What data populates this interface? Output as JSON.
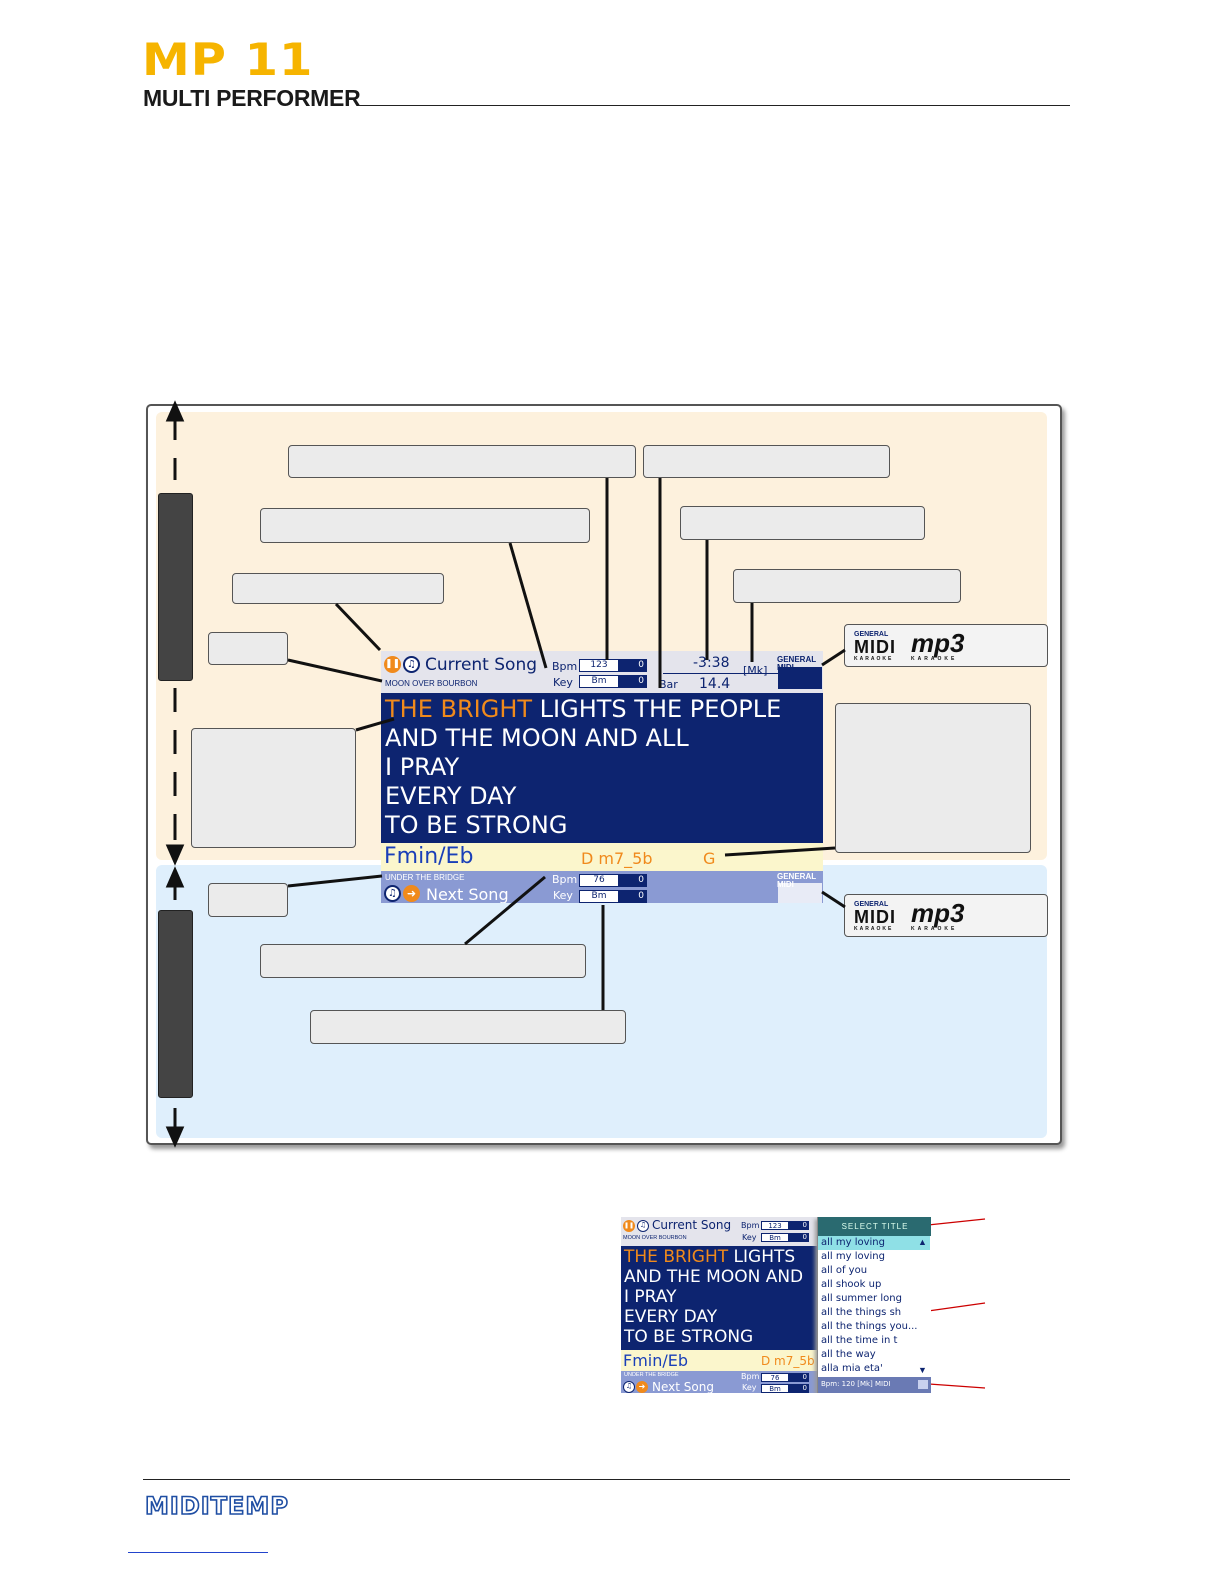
{
  "header": {
    "logo_main": "MP 11",
    "logo_sub": "MULTI PERFORMER"
  },
  "footer": {
    "brand": "MIDITEMP"
  },
  "main_screen": {
    "current_song_label": "Current Song",
    "current_song_name": "MOON OVER BOURBON",
    "bpm_label": "Bpm",
    "bpm_value": "123",
    "bpm_offset": "0",
    "key_label": "Key",
    "key_value": "Bm",
    "key_offset": "0",
    "time": "-3:38",
    "marker": "[Mk]",
    "bar_label": "Bar",
    "bar_value": "14.4",
    "format_badge": "GENERAL MIDI",
    "lyrics": {
      "line1_highlight": "THE BRIGHT",
      "line1_rest": " LIGHTS THE PEOPLE",
      "line2": "AND THE MOON AND ALL",
      "line3": "I PRAY",
      "line4": "EVERY DAY",
      "line5": "TO BE STRONG"
    },
    "chord_current": "Fmin/Eb",
    "chord_next": "D m7_5b",
    "chord_after": "G",
    "next_song_name": "UNDER THE BRIDGE",
    "next_song_label": "Next Song",
    "next_bpm_label": "Bpm",
    "next_bpm_value": "76",
    "next_bpm_offset": "0",
    "next_key_label": "Key",
    "next_key_value": "Bm",
    "next_key_offset": "0"
  },
  "format_legend": {
    "gm_top": "GENERAL",
    "gm_main": "MIDI",
    "gm_sub": "KARAOKE",
    "mp3_main": "mp3",
    "mp3_sub": "KARAOKE"
  },
  "small_screen": {
    "current_song_label": "Current Song",
    "current_song_name": "MOON OVER BOURBON",
    "bpm_label": "Bpm",
    "bpm_value": "123",
    "bpm_offset": "0",
    "key_label": "Key",
    "key_value": "Bm",
    "key_offset": "0",
    "lyrics": {
      "line1_highlight": "THE BRIGHT",
      "line1_rest": " LIGHTS",
      "line2": "AND THE MOON AND",
      "line3": "I PRAY",
      "line4": "EVERY DAY",
      "line5": "TO BE STRONG"
    },
    "chord_current": "Fmin/Eb",
    "chord_next": "D m7_5b",
    "next_song_name": "UNDER THE BRIDGE",
    "next_song_label": "Next Song",
    "next_bpm_label": "Bpm",
    "next_bpm_value": "76",
    "next_bpm_offset": "0",
    "next_key_label": "Key",
    "next_key_value": "Bm",
    "next_key_offset": "0",
    "select_title_header": "SELECT TITLE",
    "titles": [
      "all my loving",
      "all my loving",
      "all of you",
      "all shook up",
      "all summer long",
      "all the things sh",
      "all the things you...",
      "all the time in t",
      "all the way",
      "alla mia eta'"
    ],
    "selected_index": 0,
    "status_bar": "Bpm: 120  [Mk]  MIDI"
  },
  "colors": {
    "accent_orange": "#f08a1c",
    "lyrics_bg": "#0d2470",
    "top_zone": "#fdf1dd",
    "bottom_zone": "#dfeffc",
    "logo_yellow": "#f6b400"
  }
}
